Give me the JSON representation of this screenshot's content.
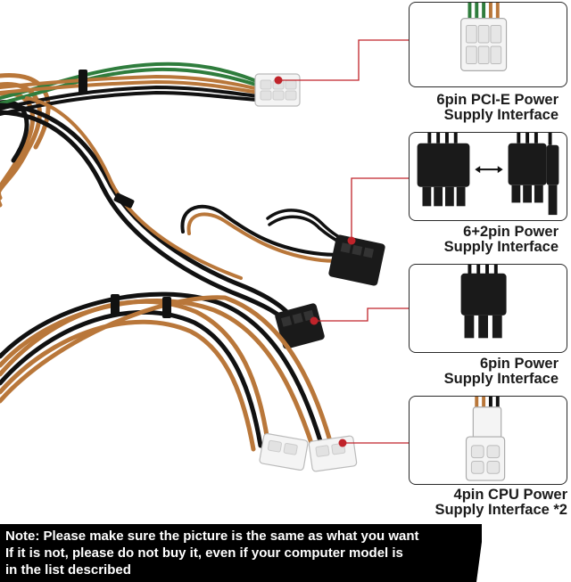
{
  "connectors": [
    {
      "name": "6pin PCI-E Power",
      "line1": "6pin PCI-E Power",
      "line2": "Supply Interface"
    },
    {
      "name": "6+2pin Power",
      "line1": "6+2pin Power",
      "line2": "Supply Interface"
    },
    {
      "name": "6pin Power",
      "line1": "6pin Power",
      "line2": "Supply Interface"
    },
    {
      "name": "4pin CPU Power",
      "line1": "4pin CPU Power",
      "line2": "Supply Interface *2"
    }
  ],
  "note": {
    "line1": "Note: Please make sure the picture is the same as what you want",
    "line2": "If it is not, please do not buy it,  even if your computer model is",
    "line3": "in the list described"
  },
  "colors": {
    "pointer": "#c0232a",
    "wire_orange": "#b9773a",
    "wire_black": "#111111",
    "wire_green": "#2f7d3d",
    "connector_black": "#1a1a1a",
    "connector_white": "#f4f4f4",
    "note_bg": "#000000",
    "note_text": "#ffffff"
  }
}
